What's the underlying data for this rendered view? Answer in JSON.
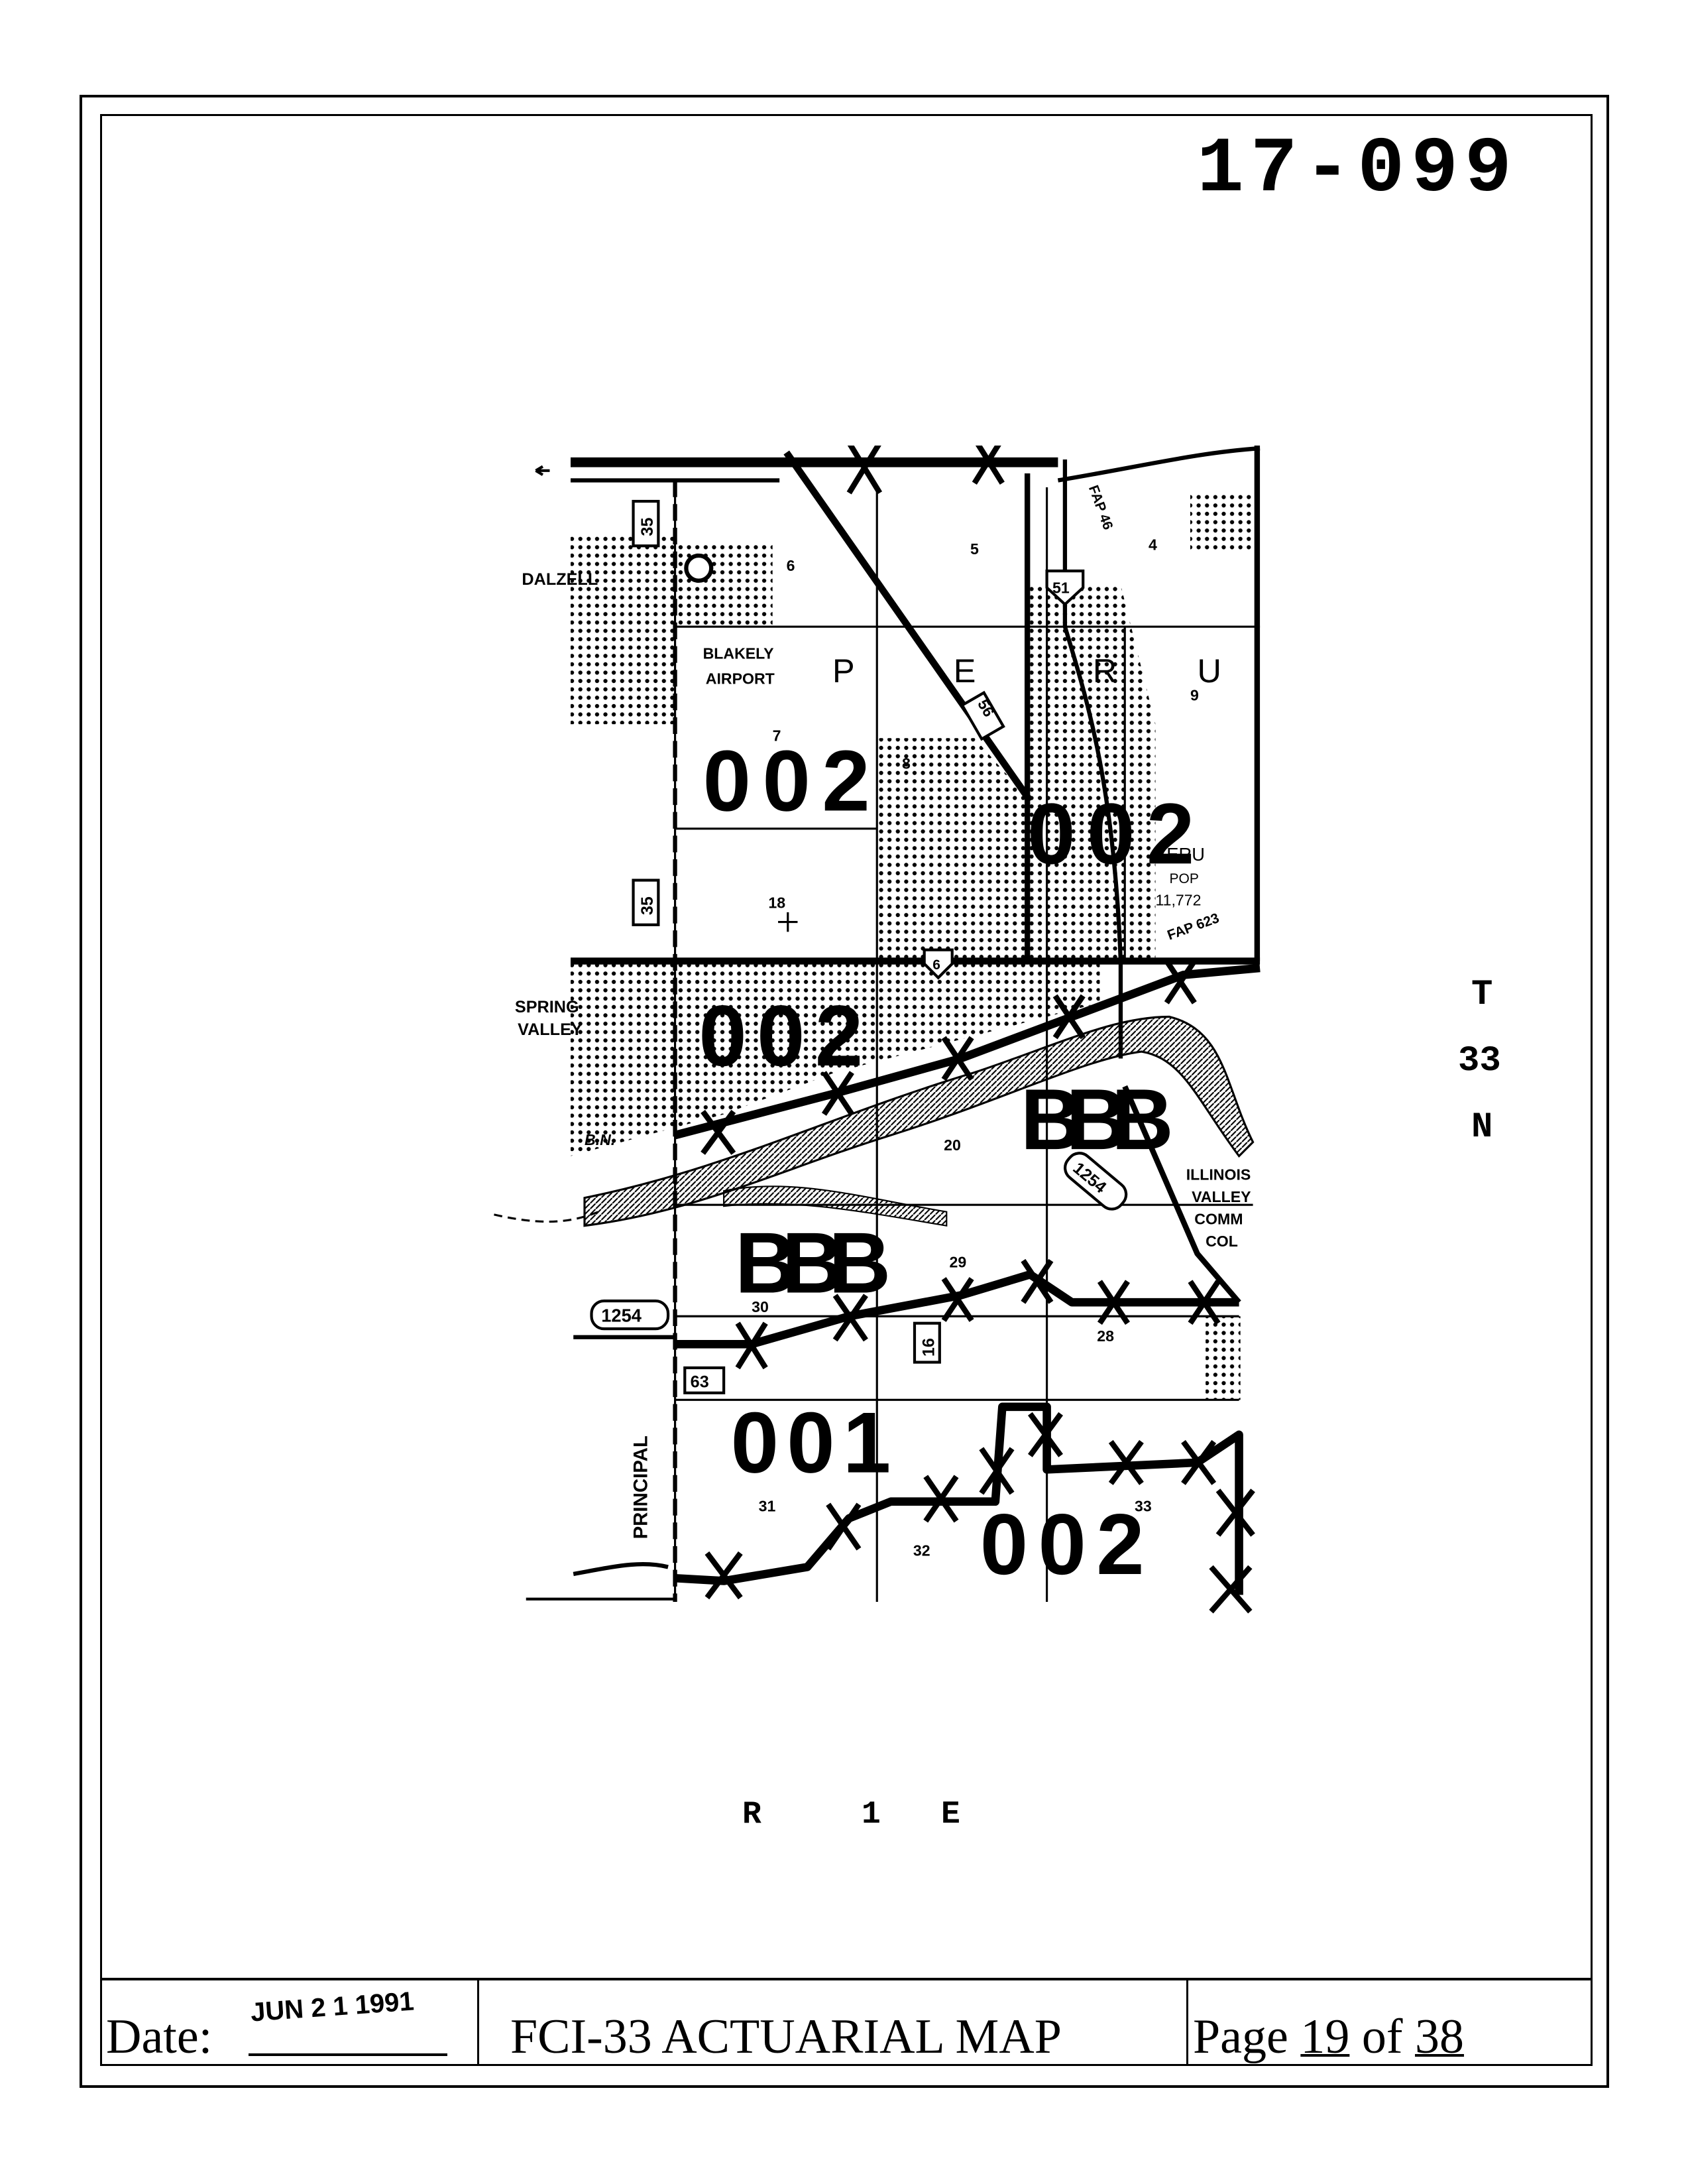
{
  "sheet_number": "17-099",
  "footer": {
    "date_label": "Date:",
    "date_value": "JUN 2 1 1991",
    "title": "FCI-33 ACTUARIAL MAP",
    "page_label": "Page",
    "page_current": "19",
    "page_of": "of",
    "page_total": "38"
  },
  "township": [
    "T",
    "33",
    "N"
  ],
  "range": [
    "R",
    "1",
    "E"
  ],
  "map": {
    "places": {
      "dalzell": "DALZELL",
      "airport1": "BLAKELY",
      "airport2": "AIRPORT",
      "spring1": "SPRING",
      "spring2": "VALLEY",
      "peru": [
        "P",
        "E",
        "R",
        "U"
      ],
      "peru_small": "ERU",
      "pop1": "POP",
      "pop2": "11,772",
      "college": [
        "ILLINOIS",
        "VALLEY",
        "COMM",
        "COL"
      ],
      "principal": "PRINCIPAL",
      "bn": "B.N."
    },
    "routes": {
      "r35a": "35",
      "r35b": "35",
      "r51": "51",
      "r56": "56",
      "r6": "6",
      "r1254a": "1254",
      "r1254b": "1254",
      "r16": "16",
      "r63": "63",
      "fap46": "FAP 46",
      "fap623": "FAP 623"
    },
    "sections": {
      "s4": "4",
      "s5": "5",
      "s6": "6",
      "s7": "7",
      "s8": "8",
      "s9": "9",
      "s18": "18",
      "s20": "20",
      "s28": "28",
      "s29": "29",
      "s30": "30",
      "s31": "31",
      "s32": "32",
      "s33": "33"
    },
    "zones": {
      "z1": "002",
      "z2": "002",
      "z3": "002",
      "z4": "BBB",
      "z5": "BBB",
      "z6": "001",
      "z7": "002"
    }
  }
}
